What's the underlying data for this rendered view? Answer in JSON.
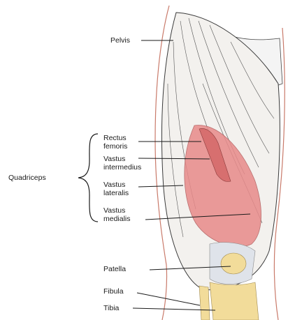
{
  "labels": {
    "pelvis": "Pelvis",
    "quadriceps": "Quadriceps",
    "rectus_femoris": [
      "Rectus",
      "femoris"
    ],
    "vastus_intermedius": [
      "Vastus",
      "intermedius"
    ],
    "vastus_lateralis": [
      "Vastus",
      "lateralis"
    ],
    "vastus_medialis": [
      "Vastus",
      "medialis"
    ],
    "patella": "Patella",
    "fibula": "Fibula",
    "tibia": "Tibia"
  },
  "colors": {
    "muscle_highlight": "#e88a8a",
    "muscle_line": "#3a3a3a",
    "skin_outline": "#c97a6a",
    "bone": "#f2dc9a",
    "tendon": "#dfe3ea"
  }
}
